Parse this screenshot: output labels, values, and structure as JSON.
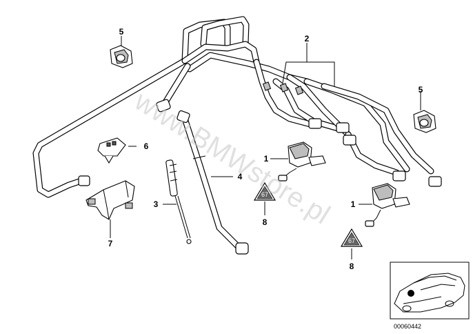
{
  "watermark": "www.BMWstore.pl",
  "diagram_id": "00060442",
  "callouts": [
    {
      "id": "c1a",
      "label": "1"
    },
    {
      "id": "c1b",
      "label": "1"
    },
    {
      "id": "c2",
      "label": "2"
    },
    {
      "id": "c3",
      "label": "3"
    },
    {
      "id": "c4",
      "label": "4"
    },
    {
      "id": "c5a",
      "label": "5"
    },
    {
      "id": "c5b",
      "label": "5"
    },
    {
      "id": "c6",
      "label": "6"
    },
    {
      "id": "c7",
      "label": "7"
    },
    {
      "id": "c8a",
      "label": "8"
    },
    {
      "id": "c8b",
      "label": "8"
    }
  ],
  "warning_label_text": "67"
}
